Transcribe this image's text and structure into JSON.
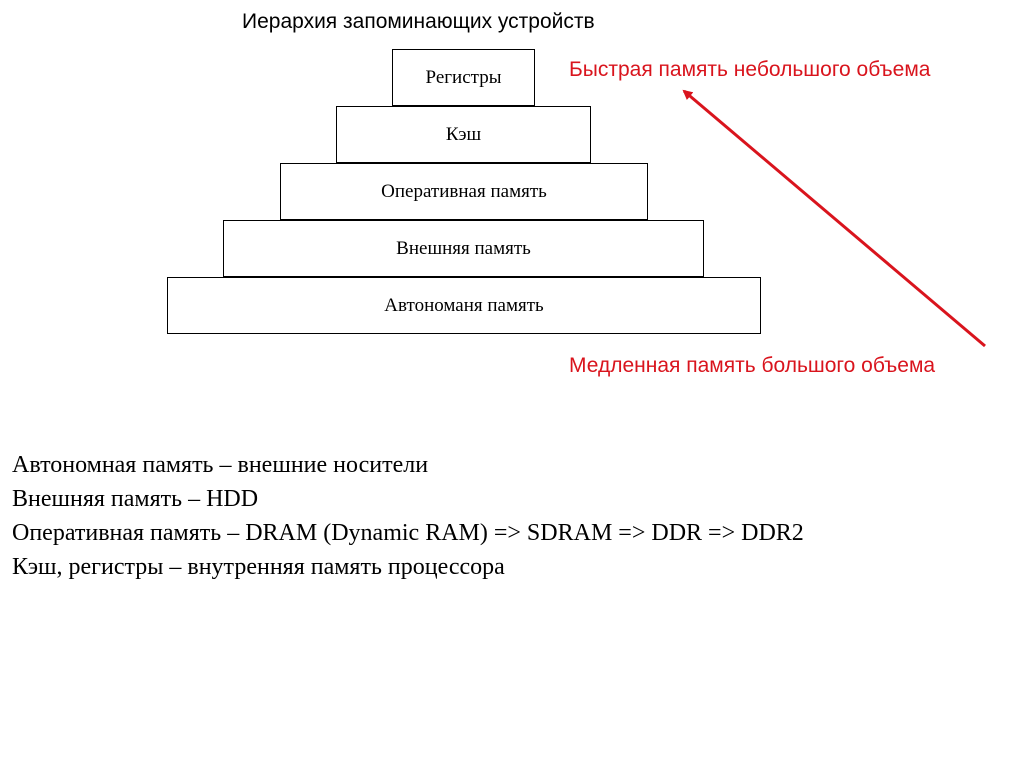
{
  "title": "Иерархия запоминающих устройств",
  "pyramid": {
    "levels": [
      "Регистры",
      "Кэш",
      "Оперативная память",
      "Внешняя память",
      "Автономаня память"
    ]
  },
  "annotations": {
    "top": "Быстрая память небольшого объема",
    "bottom": "Медленная память большого объема",
    "color": "#d9141d"
  },
  "description": {
    "lines": [
      "Автономная память – внешние носители",
      "Внешняя память – HDD",
      "Оперативная память – DRAM (Dynamic RAM) => SDRAM => DDR => DDR2",
      "Кэш, регистры – внутренняя память процессора"
    ]
  }
}
